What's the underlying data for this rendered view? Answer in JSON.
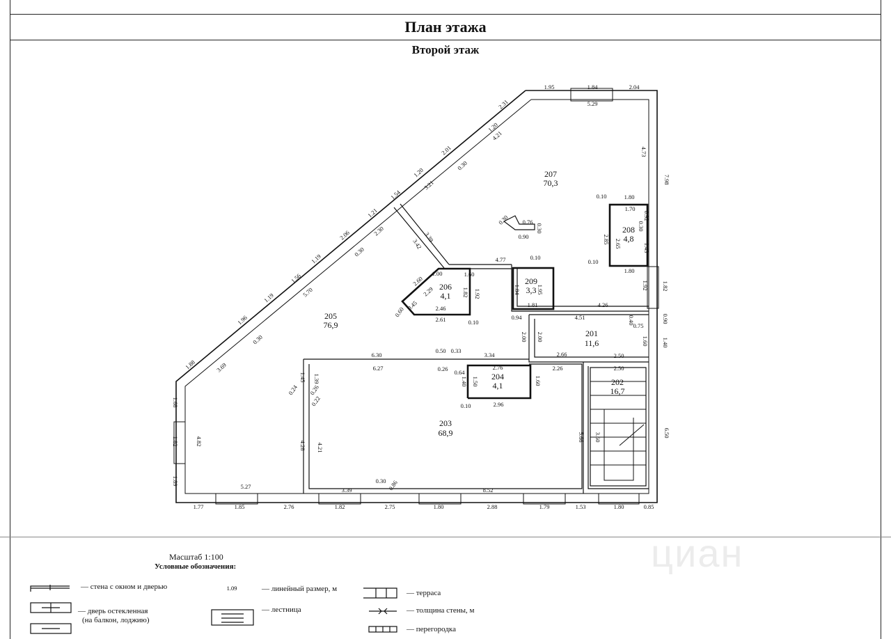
{
  "header": {
    "title": "План этажа",
    "subtitle": "Второй этаж"
  },
  "rooms": [
    {
      "number": "201",
      "area": "11,6"
    },
    {
      "number": "202",
      "area": "16,7"
    },
    {
      "number": "203",
      "area": "68,9"
    },
    {
      "number": "204",
      "area": "4,1"
    },
    {
      "number": "205",
      "area": "76,9"
    },
    {
      "number": "206",
      "area": "4,1"
    },
    {
      "number": "207",
      "area": "70,3"
    },
    {
      "number": "208",
      "area": "4,8"
    },
    {
      "number": "209",
      "area": "3,3"
    }
  ],
  "dimensions": [
    "1.95",
    "1.84",
    "2.04",
    "5.29",
    "4.73",
    "7.98",
    "2.31",
    "1.20",
    "4.21",
    "2.01",
    "0.30",
    "1.20",
    "3.21",
    "1.54",
    "1.21",
    "2.30",
    "3.39",
    "3.42",
    "2.06",
    "0.30",
    "1.19",
    "1.56",
    "1.19",
    "5.70",
    "1.96",
    "0.30",
    "1.88",
    "3.69",
    "1.68",
    "1.82",
    "4.82",
    "1.89",
    "5.27",
    "1.77",
    "1.85",
    "2.76",
    "1.82",
    "2.75",
    "1.80",
    "2.88",
    "1.79",
    "1.53",
    "1.80",
    "0.85",
    "0.10",
    "1.80",
    "1.70",
    "0.92",
    "2.65",
    "2.85",
    "1.43",
    "0.30",
    "0.10",
    "1.80",
    "0.30",
    "0.76",
    "0.30",
    "0.90",
    "4.77",
    "0.10",
    "1.84",
    "1.95",
    "1.81",
    "1.92",
    "1.82",
    "0.90",
    "4.51",
    "4.26",
    "0.40",
    "0.75",
    "1.60",
    "1.40",
    "2.00",
    "2.00",
    "0.94",
    "2.50",
    "2.66",
    "2.26",
    "2.50",
    "6.30",
    "0.50",
    "0.33",
    "3.34",
    "6.27",
    "0.26",
    "0.64",
    "2.76",
    "1.40",
    "1.50",
    "1.60",
    "0.10",
    "2.96",
    "1.45",
    "1.39",
    "0.24",
    "0.26",
    "0.22",
    "4.28",
    "4.21",
    "5.66",
    "3.60",
    "6.50",
    "3.39",
    "0.30",
    "0.86",
    "8.52",
    "2.60",
    "2.29",
    "1.00",
    "1.60",
    "0.45",
    "0.60",
    "2.46",
    "2.61",
    "1.82",
    "1.92",
    "0.10"
  ],
  "legend": {
    "scale": "Масштаб 1:100",
    "title": "Условные обозначения:",
    "items": [
      "— стена с окном и дверью",
      "— дверь остекленная",
      "(на балкон, лоджию)",
      "— линейный размер, м",
      "— лестница",
      "— терраса",
      "— толщина стены, м",
      "— перегородка"
    ],
    "sample_dimension": "1.09"
  },
  "watermark": "циан"
}
